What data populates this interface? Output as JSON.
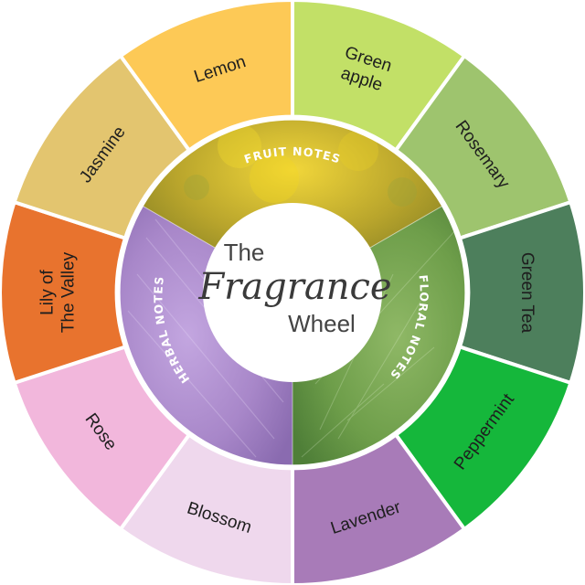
{
  "center": {
    "line1": "The",
    "line2": "Fragrance",
    "line3": "Wheel"
  },
  "note_groups": [
    {
      "label": "FRUIT NOTES",
      "color": "#c8b02e"
    },
    {
      "label": "FLORAL NOTES",
      "color": "#7faa52"
    },
    {
      "label": "HERBAL NOTES",
      "color": "#a887c9"
    }
  ],
  "segments": [
    {
      "lines": [
        "Green",
        "apple"
      ],
      "color": "#c2e067"
    },
    {
      "lines": [
        "Rosemary"
      ],
      "color": "#9ec46e"
    },
    {
      "lines": [
        "Green Tea"
      ],
      "color": "#4d7f5c"
    },
    {
      "lines": [
        "Peppermint"
      ],
      "color": "#15b73b"
    },
    {
      "lines": [
        "Lavender"
      ],
      "color": "#a87bb8"
    },
    {
      "lines": [
        "Blossom"
      ],
      "color": "#efd8ed"
    },
    {
      "lines": [
        "Rose"
      ],
      "color": "#f2b7dc"
    },
    {
      "lines": [
        "Lily of",
        "The Valley"
      ],
      "color": "#e8732e"
    },
    {
      "lines": [
        "Jasmine"
      ],
      "color": "#e3c56f"
    },
    {
      "lines": [
        "Lemon"
      ],
      "color": "#fdc956"
    }
  ]
}
